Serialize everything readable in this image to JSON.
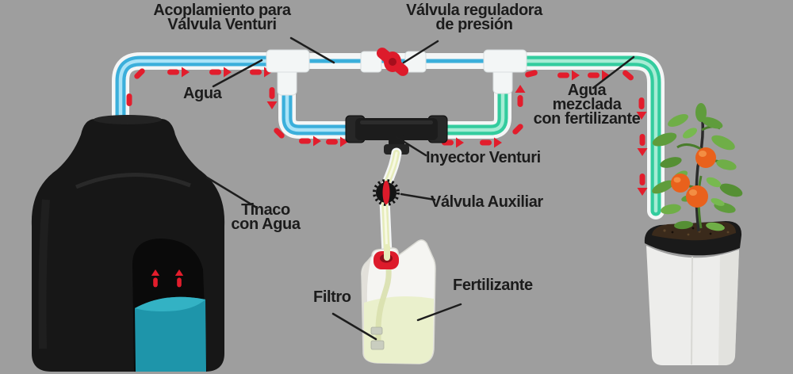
{
  "diagram": {
    "labels": {
      "acoplamiento": "Acoplamiento para\nVálvula Venturi",
      "valvula_reguladora": "Válvula reguladora\nde presión",
      "agua": "Agua",
      "agua_mezclada": "Agua\nmezclada\ncon fertilizante",
      "inyector_venturi": "Inyector Venturi",
      "valvula_auxiliar": "Válvula Auxiliar",
      "tinaco": "Tinaco\ncon Agua",
      "filtro": "Filtro",
      "fertilizante": "Fertilizante"
    }
  },
  "colors": {
    "water_pipe": "#3bafdb",
    "mixed_water": "#33cc9e",
    "fertilizer_tube": "#e6ecba",
    "flow_arrow": "#e21d2c",
    "valve_red": "#dd1b2b",
    "tank_water": "#1e95aa",
    "fertilizer_liquid": "#eaf0cc",
    "tomato": "#e9611c",
    "background": "#9e9e9e"
  }
}
